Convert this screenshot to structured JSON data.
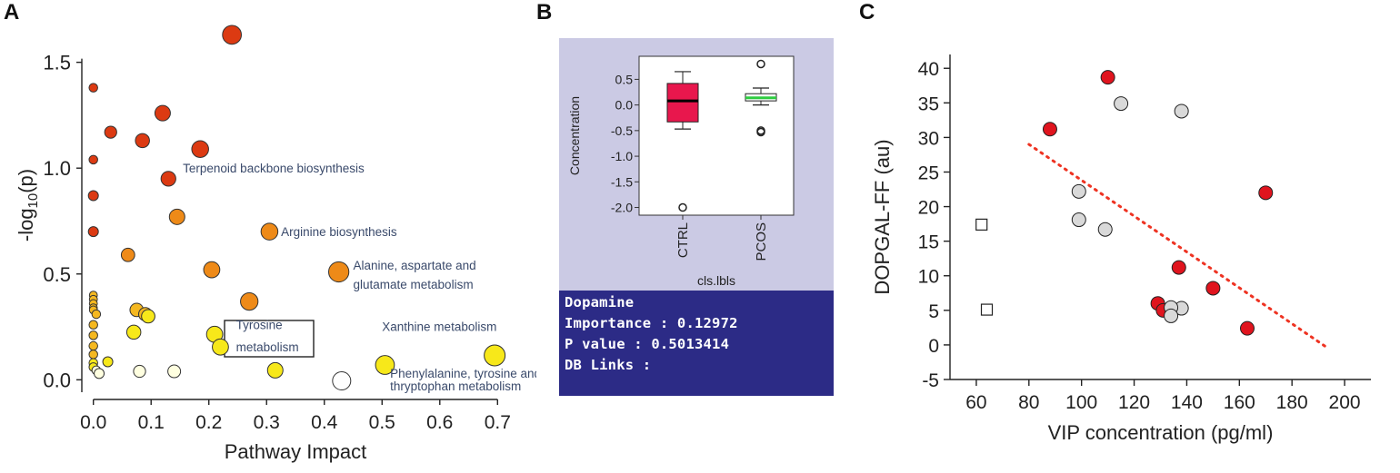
{
  "panel_labels": {
    "a": "A",
    "b": "B",
    "c": "C"
  },
  "colors": {
    "low_p": "#ffffe0",
    "mid1": "#f7e81a",
    "mid2": "#f5b820",
    "mid3": "#ee8a18",
    "high": "#dc3a12",
    "ctrl_box": "#e8174d",
    "pcos_median": "#2ecc40",
    "panelB_plot_bg": "#cbcae4",
    "panelB_info_bg": "#2c2b86",
    "red_dot": "#e0141e",
    "grey_dot": "#d9d9d9",
    "trend_line": "#ee3322",
    "annotation_text": "#3a4a6b"
  },
  "chart_data": [
    {
      "id": "A",
      "type": "scatter",
      "xlabel": "Pathway Impact",
      "ylabel_main": "-log",
      "ylabel_sub": "10",
      "ylabel_end": "(p)",
      "xlim": [
        -0.02,
        0.72
      ],
      "ylim": [
        -0.05,
        1.7
      ],
      "xticks": [
        "0.0",
        "0.1",
        "0.2",
        "0.3",
        "0.4",
        "0.5",
        "0.6",
        "0.7"
      ],
      "xtick_values": [
        0,
        0.1,
        0.2,
        0.3,
        0.4,
        0.5,
        0.6,
        0.7
      ],
      "yticks": [
        "0.0",
        "0.5",
        "1.0",
        "1.5"
      ],
      "ytick_values": [
        0,
        0.5,
        1.0,
        1.5
      ],
      "points": [
        {
          "x": 0.24,
          "y": 1.63,
          "r": 1.25,
          "c": "high"
        },
        {
          "x": 0.12,
          "y": 1.26,
          "r": 1.0,
          "c": "high"
        },
        {
          "x": 0.0,
          "y": 1.38,
          "r": 0.5,
          "c": "high"
        },
        {
          "x": 0.03,
          "y": 1.17,
          "r": 0.75,
          "c": "high"
        },
        {
          "x": 0.085,
          "y": 1.13,
          "r": 0.9,
          "c": "high"
        },
        {
          "x": 0.185,
          "y": 1.09,
          "r": 1.1,
          "c": "high"
        },
        {
          "x": 0.0,
          "y": 1.04,
          "r": 0.5,
          "c": "high"
        },
        {
          "x": 0.13,
          "y": 0.95,
          "r": 0.95,
          "c": "high"
        },
        {
          "x": 0.0,
          "y": 0.87,
          "r": 0.6,
          "c": "high"
        },
        {
          "x": 0.145,
          "y": 0.77,
          "r": 1.0,
          "c": "mid3"
        },
        {
          "x": 0.0,
          "y": 0.7,
          "r": 0.6,
          "c": "high"
        },
        {
          "x": 0.305,
          "y": 0.7,
          "r": 1.1,
          "c": "mid3"
        },
        {
          "x": 0.06,
          "y": 0.59,
          "r": 0.85,
          "c": "mid3"
        },
        {
          "x": 0.205,
          "y": 0.52,
          "r": 1.05,
          "c": "mid3"
        },
        {
          "x": 0.425,
          "y": 0.51,
          "r": 1.35,
          "c": "mid3"
        },
        {
          "x": 0.0,
          "y": 0.4,
          "r": 0.45,
          "c": "mid2"
        },
        {
          "x": 0.0,
          "y": 0.38,
          "r": 0.45,
          "c": "mid2"
        },
        {
          "x": 0.0,
          "y": 0.36,
          "r": 0.45,
          "c": "mid2"
        },
        {
          "x": 0.0,
          "y": 0.34,
          "r": 0.45,
          "c": "mid2"
        },
        {
          "x": 0.0,
          "y": 0.33,
          "r": 0.45,
          "c": "mid2"
        },
        {
          "x": 0.005,
          "y": 0.31,
          "r": 0.5,
          "c": "mid2"
        },
        {
          "x": 0.27,
          "y": 0.37,
          "r": 1.15,
          "c": "mid3"
        },
        {
          "x": 0.075,
          "y": 0.33,
          "r": 0.85,
          "c": "mid2"
        },
        {
          "x": 0.09,
          "y": 0.31,
          "r": 0.85,
          "c": "mid2"
        },
        {
          "x": 0.095,
          "y": 0.3,
          "r": 0.85,
          "c": "mid1"
        },
        {
          "x": 0.0,
          "y": 0.26,
          "r": 0.5,
          "c": "mid2"
        },
        {
          "x": 0.0,
          "y": 0.21,
          "r": 0.5,
          "c": "mid2"
        },
        {
          "x": 0.0,
          "y": 0.16,
          "r": 0.5,
          "c": "mid2"
        },
        {
          "x": 0.0,
          "y": 0.12,
          "r": 0.5,
          "c": "mid2"
        },
        {
          "x": 0.0,
          "y": 0.08,
          "r": 0.5,
          "c": "mid1"
        },
        {
          "x": 0.07,
          "y": 0.225,
          "r": 0.9,
          "c": "mid1"
        },
        {
          "x": 0.21,
          "y": 0.215,
          "r": 1.05,
          "c": "mid1"
        },
        {
          "x": 0.22,
          "y": 0.155,
          "r": 1.05,
          "c": "mid1"
        },
        {
          "x": 0.025,
          "y": 0.085,
          "r": 0.6,
          "c": "mid1"
        },
        {
          "x": 0.0,
          "y": 0.06,
          "r": 0.5,
          "c": "mid1"
        },
        {
          "x": 0.005,
          "y": 0.045,
          "r": 0.5,
          "c": "low_p"
        },
        {
          "x": 0.01,
          "y": 0.03,
          "r": 0.6,
          "c": "low_p"
        },
        {
          "x": 0.08,
          "y": 0.04,
          "r": 0.75,
          "c": "low_p"
        },
        {
          "x": 0.14,
          "y": 0.04,
          "r": 0.8,
          "c": "low_p"
        },
        {
          "x": 0.315,
          "y": 0.045,
          "r": 1.0,
          "c": "mid1"
        },
        {
          "x": 0.43,
          "y": -0.005,
          "r": 1.2,
          "c": "white"
        },
        {
          "x": 0.505,
          "y": 0.07,
          "r": 1.25,
          "c": "mid1"
        },
        {
          "x": 0.695,
          "y": 0.115,
          "r": 1.4,
          "c": "mid1"
        }
      ],
      "annotations": [
        {
          "text": "Terpenoid backbone biosynthesis",
          "x": 0.155,
          "y": 0.98
        },
        {
          "text": "Arginine biosynthesis",
          "x": 0.325,
          "y": 0.68
        },
        {
          "text": "Alanine, aspartate and",
          "x": 0.45,
          "y": 0.52
        },
        {
          "text": "glutamate metabolism",
          "x": 0.45,
          "y": 0.43
        },
        {
          "text": "Xanthine metabolism",
          "x": 0.5,
          "y": 0.23
        },
        {
          "text": "Tyrosine",
          "x": 0.247,
          "y": 0.24
        },
        {
          "text": "metabolism",
          "x": 0.247,
          "y": 0.135
        },
        {
          "text": "Phenylalanine, tyrosine and",
          "x": 0.514,
          "y": 0.01
        },
        {
          "text": "thryptophan metabolism",
          "x": 0.514,
          "y": -0.05
        }
      ]
    },
    {
      "id": "B",
      "type": "box",
      "ylabel": "Concentration",
      "xlabel": "cls.lbls",
      "ylim": [
        -2.15,
        0.95
      ],
      "yticks": [
        "0.5",
        "0.0",
        "-0.5",
        "-1.0",
        "-1.5",
        "-2.0"
      ],
      "ytick_values": [
        0.5,
        0.0,
        -0.5,
        -1.0,
        -1.5,
        -2.0
      ],
      "categories": [
        "CTRL",
        "PCOS"
      ],
      "boxes": [
        {
          "name": "CTRL",
          "whisker_low": -0.47,
          "q1": -0.33,
          "median": 0.08,
          "q3": 0.42,
          "whisker_high": 0.65,
          "outliers": [
            -2.0
          ],
          "fill": "ctrl_box",
          "median_color": "#000000"
        },
        {
          "name": "PCOS",
          "whisker_low": 0.0,
          "q1": 0.08,
          "median": 0.14,
          "q3": 0.22,
          "whisker_high": 0.33,
          "outliers": [
            0.8,
            -0.5,
            -0.53
          ],
          "fill": "#ffffff",
          "median_color": "pcos_median"
        }
      ],
      "info": {
        "title": "Dopamine",
        "importance": "Importance : 0.12972",
        "pvalue": "P value : 0.5013414",
        "links": "DB Links :"
      }
    },
    {
      "id": "C",
      "type": "scatter",
      "xlabel": "VIP concentration (pg/ml)",
      "ylabel": "DOPGAL-FF (au)",
      "xlim": [
        50,
        210
      ],
      "ylim": [
        -5,
        42
      ],
      "xticks": [
        "60",
        "80",
        "100",
        "120",
        "140",
        "160",
        "180",
        "200"
      ],
      "xtick_values": [
        60,
        80,
        100,
        120,
        140,
        160,
        180,
        200
      ],
      "yticks": [
        "-5",
        "0",
        "5",
        "10",
        "15",
        "20",
        "25",
        "30",
        "35",
        "40"
      ],
      "ytick_values": [
        -5,
        0,
        5,
        10,
        15,
        20,
        25,
        30,
        35,
        40
      ],
      "series": [
        {
          "kind": "red",
          "points": [
            [
              88,
              31.2
            ],
            [
              110,
              38.7
            ],
            [
              170,
              22.0
            ],
            [
              137,
              11.2
            ],
            [
              150,
              8.2
            ],
            [
              129,
              6.0
            ],
            [
              131,
              5.0
            ],
            [
              163,
              2.4
            ]
          ]
        },
        {
          "kind": "grey",
          "points": [
            [
              115,
              34.9
            ],
            [
              138,
              33.8
            ],
            [
              99,
              22.2
            ],
            [
              99,
              18.1
            ],
            [
              109,
              16.7
            ],
            [
              138,
              5.3
            ],
            [
              134,
              5.4
            ],
            [
              134,
              4.2
            ]
          ]
        },
        {
          "kind": "square",
          "points": [
            [
              62,
              17.4
            ],
            [
              64,
              5.1
            ]
          ]
        }
      ],
      "trend": [
        [
          80,
          29.0
        ],
        [
          193,
          -0.3
        ]
      ]
    }
  ]
}
